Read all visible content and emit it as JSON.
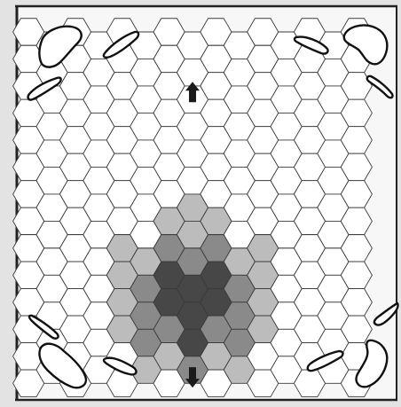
{
  "board": {
    "colors": {
      "paper": "#e3e3e3",
      "mat": "#f7f7f7",
      "frame": "#222222",
      "hex_fill": "#ffffff",
      "hex_stroke": "#3a3a3a",
      "zone_light": "#bcbcbc",
      "zone_mid": "#8a8a8a",
      "zone_dark": "#474747",
      "marker": "#1a1a1a"
    },
    "zone_levels": {
      "center": "dark",
      "inner_ring": "dark",
      "middle_ring": "mid",
      "outer_ring": "light",
      "edge_extensions": "light"
    },
    "markers": [
      {
        "name": "arrow-up-icon",
        "direction": "up"
      },
      {
        "name": "arrow-down-icon",
        "direction": "down"
      }
    ],
    "corner_shapes": [
      "island-top-left",
      "island-top-left-small",
      "island-left-top",
      "island-top-right",
      "island-top-right-small",
      "island-right-top",
      "island-bottom-left",
      "island-bottom-left-small",
      "island-left-bottom",
      "island-bottom-right",
      "island-bottom-right-small",
      "island-right-bottom"
    ]
  }
}
